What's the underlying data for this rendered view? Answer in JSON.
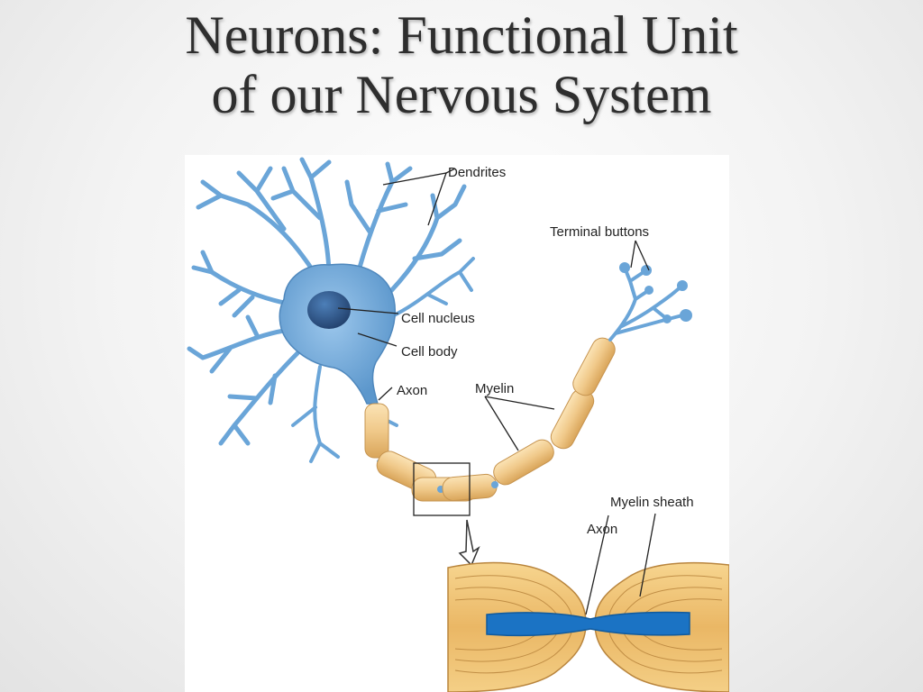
{
  "slide": {
    "title_line1": "Neurons: Functional Unit",
    "title_line2": "of our Nervous System"
  },
  "diagram": {
    "labels": {
      "dendrites": "Dendrites",
      "terminal_buttons": "Terminal buttons",
      "cell_nucleus": "Cell nucleus",
      "cell_body": "Cell body",
      "axon_top": "Axon",
      "myelin": "Myelin",
      "myelin_sheath": "Myelin sheath",
      "axon_detail": "Axon"
    }
  },
  "colors": {
    "neuron_blue": "#6aa5d8",
    "nucleus": "#2d5e95",
    "myelin_tan": "#f0c98a",
    "axon_core": "#1b73c4"
  }
}
